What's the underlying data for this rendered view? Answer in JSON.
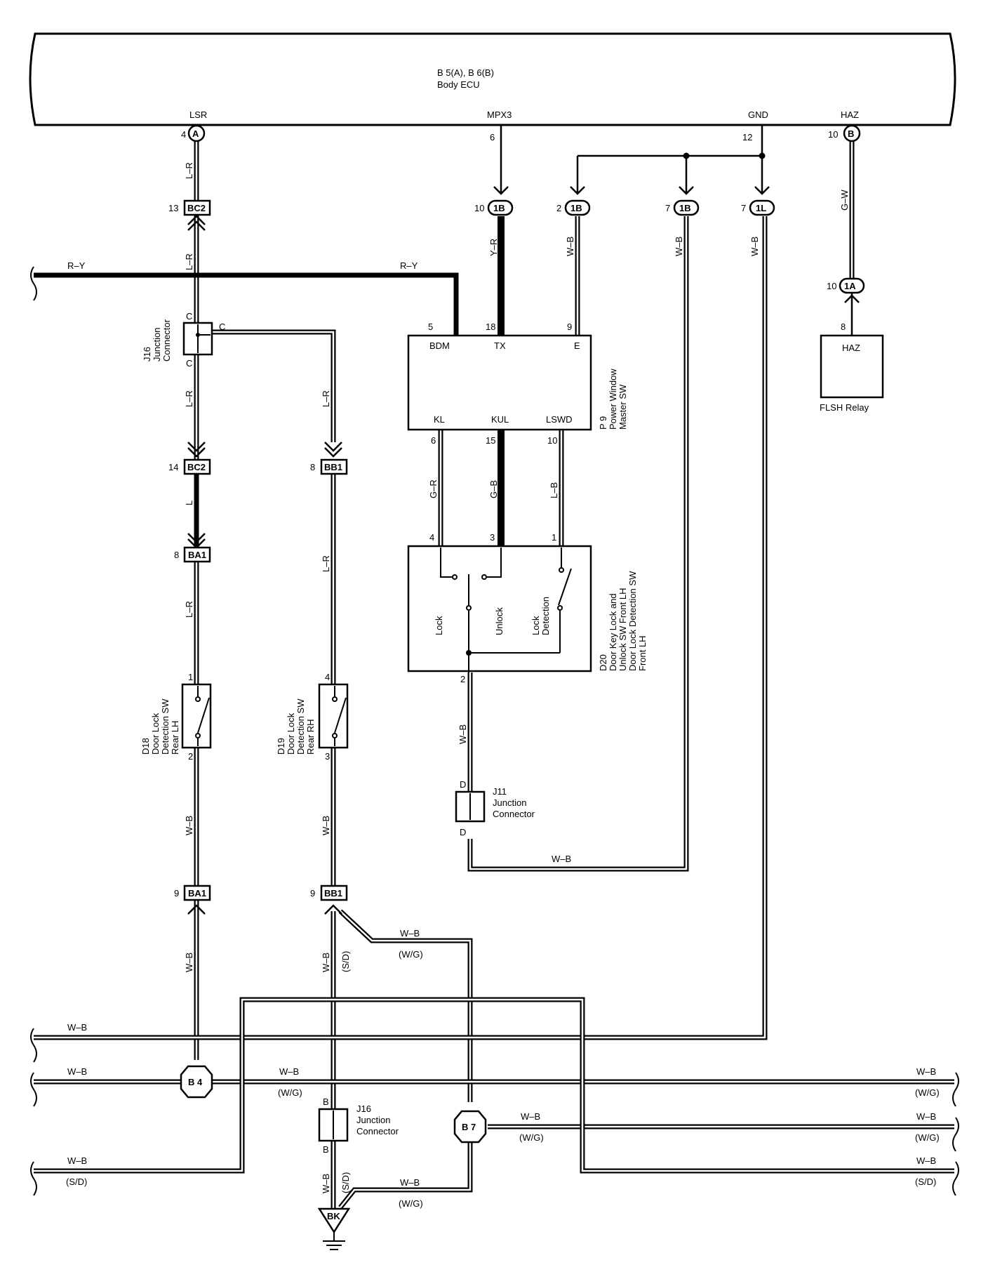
{
  "ecu": {
    "title_line1": "B 5(A), B 6(B)",
    "title_line2": "Body ECU",
    "pins": {
      "lsr": "LSR",
      "mpx3": "MPX3",
      "gnd": "GND",
      "haz": "HAZ"
    },
    "pin_numbers": {
      "lsr": "4",
      "mpx3": "6",
      "gnd": "12",
      "haz": "10"
    },
    "conn_a": "A",
    "conn_b": "B"
  },
  "connectors": {
    "bc2_top": {
      "label": "BC2",
      "pin": "13"
    },
    "bc2_bot": {
      "label": "BC2",
      "pin": "14"
    },
    "ba1_top": {
      "label": "BA1",
      "pin": "8"
    },
    "ba1_bot": {
      "label": "BA1",
      "pin": "9"
    },
    "bb1_top": {
      "label": "BB1",
      "pin": "8"
    },
    "bb1_bot": {
      "label": "BB1",
      "pin": "9"
    },
    "c1b_tx": {
      "label": "1B",
      "pin": "10"
    },
    "c1b_e": {
      "label": "1B",
      "pin": "2"
    },
    "c1b_j11": {
      "label": "1B",
      "pin": "7"
    },
    "c1l": {
      "label": "1L",
      "pin": "7"
    },
    "c1a": {
      "label": "1A",
      "pin": "10"
    }
  },
  "wires": {
    "lr": "L–R",
    "l": "L",
    "ry": "R–Y",
    "yr": "Y–R",
    "wb": "W–B",
    "gw": "G–W",
    "gr": "G–R",
    "gb": "G–B",
    "lb": "L–B",
    "wg": "(W/G)",
    "sd": "(S/D)"
  },
  "j16_top": {
    "id": "J16",
    "line1": "Junction",
    "line2": "Connector",
    "pin": "C"
  },
  "j16_bot": {
    "id": "J16",
    "line1": "Junction",
    "line2": "Connector",
    "pin": "B"
  },
  "j11": {
    "id": "J11",
    "line1": "Junction",
    "line2": "Connector",
    "pin": "D"
  },
  "p9": {
    "id": "P 9",
    "line1": "Power Window",
    "line2": "Master SW",
    "pins_top": [
      {
        "num": "5",
        "name": "BDM"
      },
      {
        "num": "18",
        "name": "TX"
      },
      {
        "num": "9",
        "name": "E"
      }
    ],
    "pins_bottom": [
      {
        "num": "6",
        "name": "KL"
      },
      {
        "num": "15",
        "name": "KUL"
      },
      {
        "num": "10",
        "name": "LSWD"
      }
    ]
  },
  "d20": {
    "id": "D20",
    "line1": "Door Key Lock and",
    "line2": "Unlock SW Front LH",
    "line3": "Door Lock Detection SW",
    "line4": "Front LH",
    "pins_top": [
      "4",
      "3",
      "1"
    ],
    "pin_bottom": "2",
    "sw_lock": "Lock",
    "sw_unlock": "Unlock",
    "sw_det1": "Lock",
    "sw_det2": "Detection"
  },
  "d18": {
    "id": "D18",
    "line1": "Door Lock",
    "line2": "Detection SW",
    "line3": "Rear LH",
    "pin_top": "1",
    "pin_bottom": "2"
  },
  "d19": {
    "id": "D19",
    "line1": "Door Lock",
    "line2": "Detection SW",
    "line3": "Rear RH",
    "pin_top": "4",
    "pin_bottom": "3"
  },
  "relay": {
    "pin": "8",
    "label": "HAZ",
    "name": "FLSH Relay"
  },
  "grounds": {
    "b4": "B 4",
    "b7": "B 7",
    "bk": "BK"
  }
}
